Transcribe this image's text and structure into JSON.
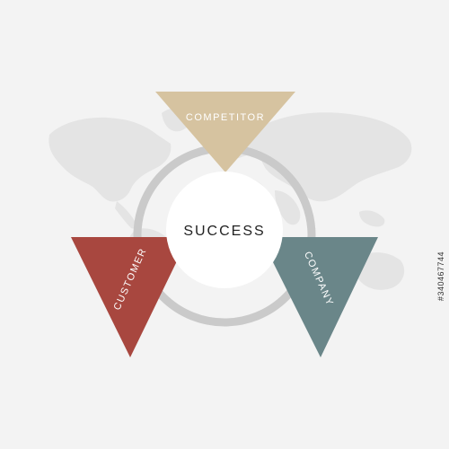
{
  "diagram": {
    "center_label": "SUCCESS",
    "segments": [
      {
        "label": "COMPETITOR",
        "color": "#d6c3a0"
      },
      {
        "label": "CUSTOMER",
        "color": "#a8473f"
      },
      {
        "label": "COMPANY",
        "color": "#6a8689"
      }
    ],
    "ring_color": "#cacaca",
    "map_color": "#e4e4e4",
    "background_color": "#f3f3f3"
  },
  "watermark": {
    "id_text": "#340467744"
  }
}
